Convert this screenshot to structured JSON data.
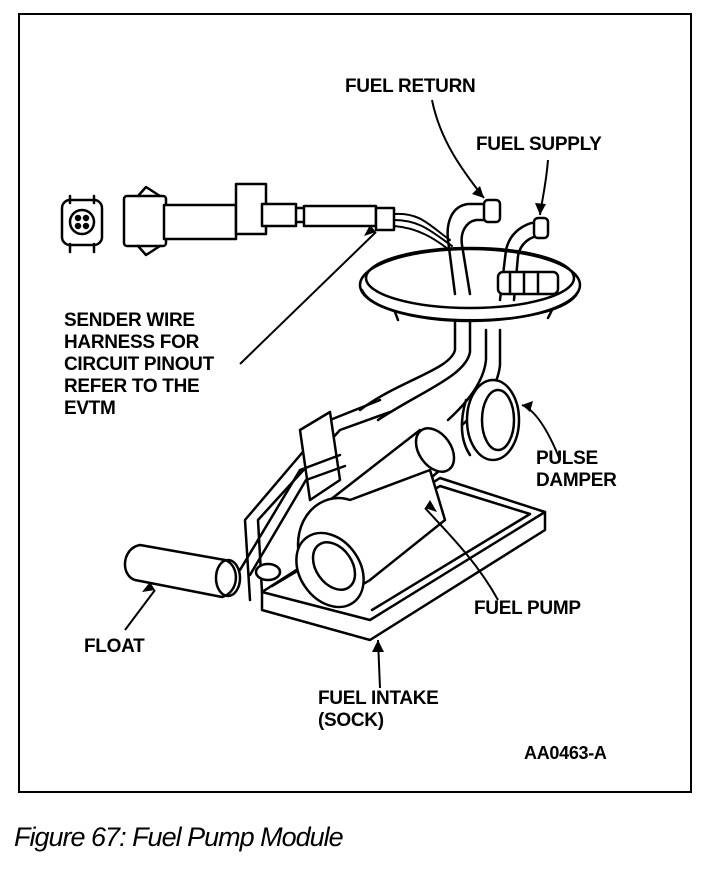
{
  "labels": {
    "fuel_return": "FUEL RETURN",
    "fuel_supply": "FUEL SUPPLY",
    "sender_wire_harness": [
      "SENDER WIRE",
      "HARNESS FOR",
      "CIRCUIT PINOUT",
      "REFER TO THE",
      "EVTM"
    ],
    "pulse_damper": [
      "PULSE",
      "DAMPER"
    ],
    "fuel_pump": "FUEL PUMP",
    "float": "FLOAT",
    "fuel_intake": [
      "FUEL INTAKE",
      "(SOCK)"
    ],
    "reference_code": "AA0463-A"
  },
  "caption": "Figure 67: Fuel Pump Module"
}
